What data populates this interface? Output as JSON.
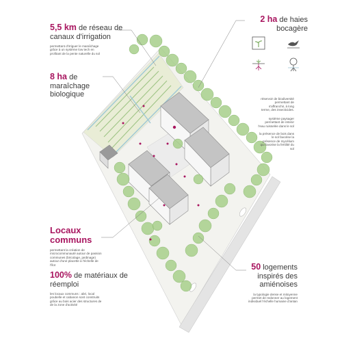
{
  "canals": {
    "highlight": "5,5 km",
    "rest_line1": "de réseau de",
    "rest_line2": "canaux d'irrigation",
    "note_lines": [
      "permettant d'irriguer le maraîchage",
      "grâce à un système low tech en",
      "profitant de la pente naturelle du sol"
    ]
  },
  "hedges": {
    "highlight": "2 ha",
    "rest_line1": "de haies",
    "rest_line2": "bocagère",
    "icons": [
      "seedling-frame-icon",
      "bird-icon",
      "insect-roots-icon",
      "tree-roots-icon"
    ],
    "note_lines_1": [
      "réservoir de biodiversité",
      "permettant de",
      "s'affranchir, à long",
      "terme, des insecticides."
    ],
    "note_lines_2": [
      "système paysager",
      "permettant de retenir",
      "l'eau ruisselée dans le sol"
    ],
    "note_lines_3": [
      "la présence de bois dans",
      "le sol favorise la",
      "présence de mycélium",
      "qui favorise la fertilité du",
      "sol"
    ]
  },
  "market": {
    "highlight": "8 ha",
    "rest_line1": "de",
    "rest_line2": "maraîchage",
    "rest_line3": "biologique"
  },
  "commons": {
    "highlight_line1": "Locaux",
    "highlight_line2": "communs",
    "note_lines": [
      "permettant la création de",
      "microcommunauté autour de passion",
      "communes (bricolage, jardinage)",
      "autour d'une placette à l'échelle de",
      "l'îlot"
    ]
  },
  "materials": {
    "highlight": "100%",
    "rest_line1": "de matériaux de",
    "rest_line2": "réemploi",
    "note_lines": [
      "les locaux communs : abri, local",
      "poubelle et cabanon sont construits",
      "grâce au bois acier des structures de",
      "de la zone d'activité"
    ]
  },
  "housing": {
    "highlight": "50",
    "rest_line1": "logements",
    "rest_line2": "inspirés des",
    "rest_line3": "amiénoises",
    "note_lines": [
      "la typologie dense et mitoyenne",
      "permet de redonner au logement",
      "individuel l'échelle humaine d'antan"
    ]
  },
  "colors": {
    "accent": "#a8155f",
    "tree": "#a7cf8b",
    "field": "#e9edd6",
    "canal": "#9ec7d6",
    "roof": "#bdbdbd"
  }
}
